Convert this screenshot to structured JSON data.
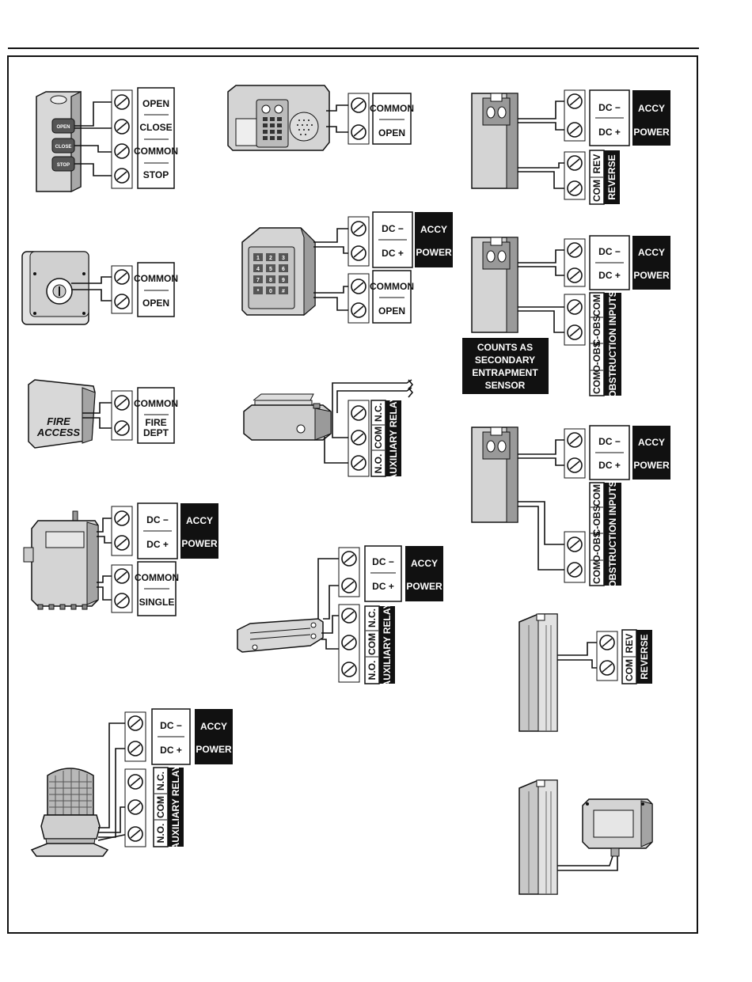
{
  "colors": {
    "ink": "#111111",
    "paper": "#ffffff",
    "device_gray": "#cfcfcf",
    "device_dark": "#8a8a8a",
    "wire": "#111111"
  },
  "icons": [
    "screw-terminal-icon",
    "pushbutton-station-icon",
    "telephone-entry-icon",
    "photo-eye-icon",
    "keypad-icon",
    "key-switch-icon",
    "fire-access-box-icon",
    "maglock-icon",
    "radio-receiver-icon",
    "strobe-light-icon",
    "edge-sensor-post-icon",
    "wireless-edge-transmitter-icon"
  ],
  "labels": {
    "open": "OPEN",
    "close": "CLOSE",
    "common": "COMMON",
    "stop": "STOP",
    "dc_minus": "DC −",
    "dc_plus": "DC +",
    "accy": "ACCY",
    "power": "POWER",
    "rev": "REV",
    "reverse": "REVERSE",
    "com": "COM",
    "nc": "N.C.",
    "no": "N.O.",
    "auxiliary_relay": "AUXILIARY RELAY",
    "c_obs": "C-OBS",
    "o_obs": "O-OBS",
    "obstruction_inputs": "OBSTRUCTION INPUTS",
    "fire": "FIRE",
    "dept": "DEPT",
    "single": "SINGLE",
    "fire_access_line1": "FIRE",
    "fire_access_line2": "ACCESS",
    "secondary_line1": "COUNTS AS",
    "secondary_line2": "SECONDARY",
    "secondary_line3": "ENTRAPMENT",
    "secondary_line4": "SENSOR"
  },
  "device_labels": {
    "btn_open": "OPEN",
    "btn_close": "CLOSE",
    "btn_stop": "STOP",
    "keypad_keys": [
      "1",
      "2",
      "3",
      "4",
      "5",
      "6",
      "7",
      "8",
      "9",
      "*",
      "0",
      "#"
    ]
  }
}
